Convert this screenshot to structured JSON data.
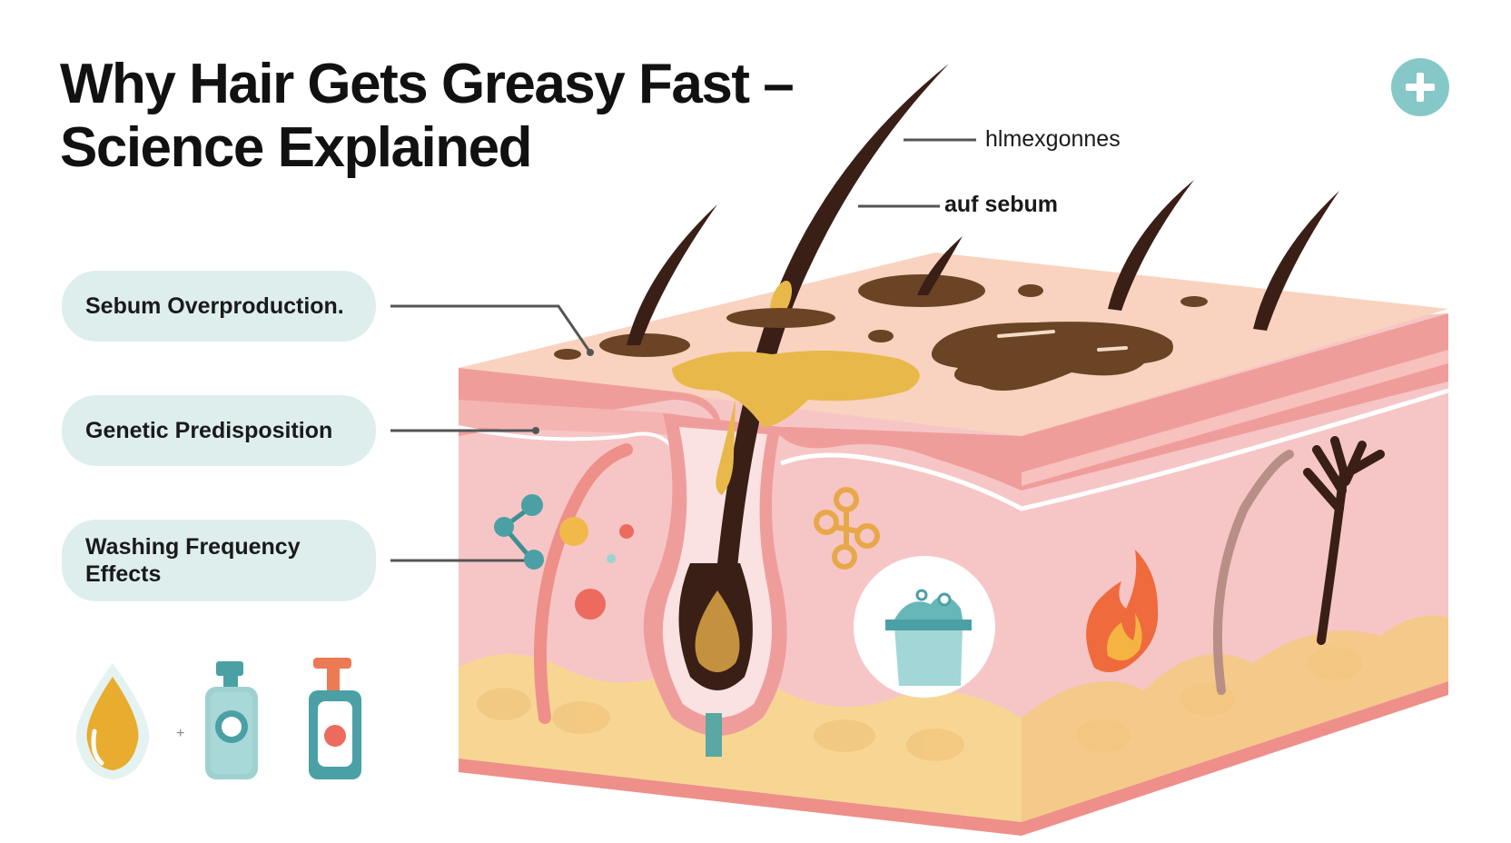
{
  "title": {
    "line1": "Why Hair Gets Greasy Fast –",
    "line2": "Science Explained"
  },
  "callouts": {
    "top": "hlmexgonnes",
    "second": "auf sebum"
  },
  "factors": [
    {
      "label": "Sebum Overproduction."
    },
    {
      "label": "Genetic Predisposition"
    },
    {
      "label": "Washing Frequency Effects"
    }
  ],
  "icons": {
    "add": "plus-circle-icon",
    "oil_drop": "oil-drop-icon",
    "small_bottle": "shampoo-bottle-icon",
    "pump_bottle": "pump-bottle-icon",
    "molecule": "molecule-icon",
    "hormone": "hormone-icon",
    "washing": "washing-bucket-icon",
    "inflammation": "flame-icon"
  },
  "colors": {
    "accent": "#86c8c8",
    "hair": "#3a1f16",
    "sebum": "#e8b84a",
    "skin_top": "#f7cdb8",
    "dermis": "#f4b9b6",
    "fat": "#f7d694"
  }
}
